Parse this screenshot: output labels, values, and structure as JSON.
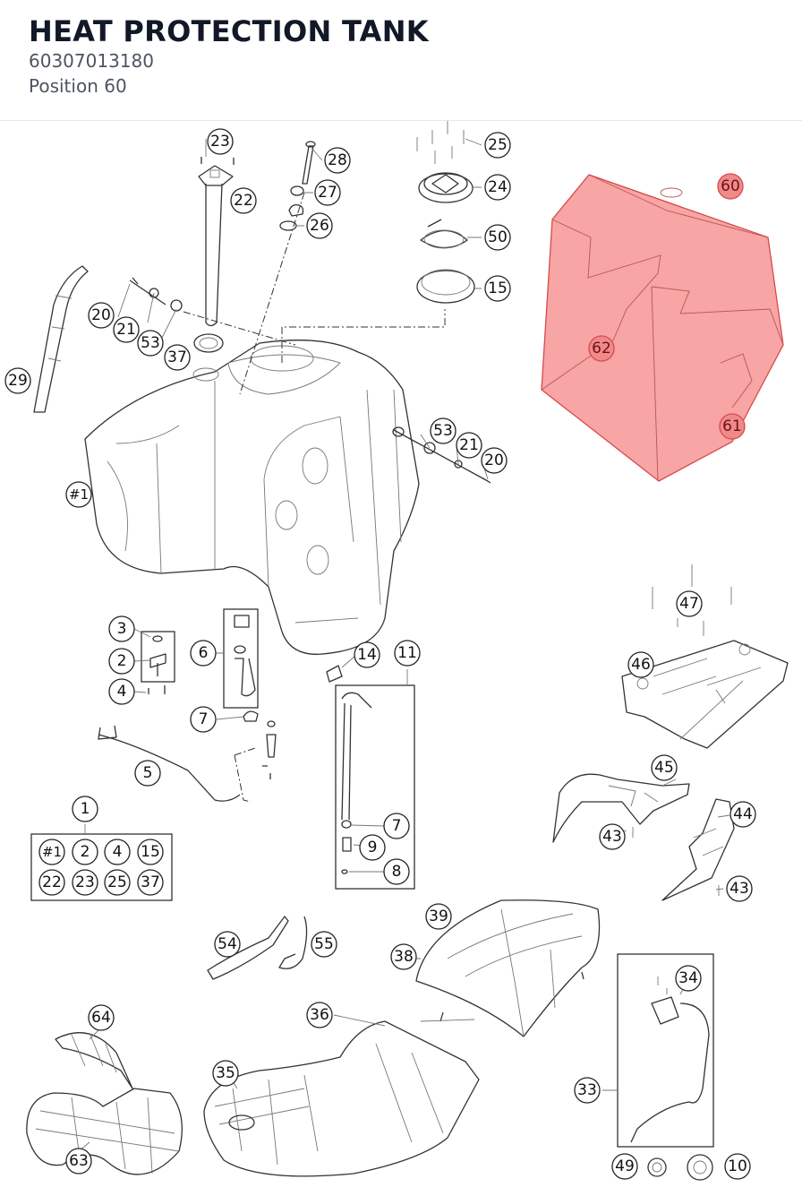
{
  "header": {
    "title": "HEAT PROTECTION TANK",
    "part_number": "60307013180",
    "position": "Position 60"
  },
  "colors": {
    "highlight_fill": "#f69b9b",
    "highlight_stroke": "#d84a4a",
    "line": "#333333"
  },
  "callouts": {
    "c23a": "23",
    "c22a": "22",
    "c28": "28",
    "c27": "27",
    "c26": "26",
    "c25a": "25",
    "c24": "24",
    "c50": "50",
    "c15a": "15",
    "c60": "60",
    "c62": "62",
    "c61": "61",
    "c20a": "20",
    "c21a": "21",
    "c53a": "53",
    "c37a": "37",
    "c29": "29",
    "c53b": "53",
    "c21b": "21",
    "c20b": "20",
    "c1tank": "#1",
    "c3": "3",
    "c2a": "2",
    "c4a": "4",
    "c6": "6",
    "c7a": "7",
    "c5": "5",
    "c14": "14",
    "c11": "11",
    "c7b": "7",
    "c9": "9",
    "c8": "8",
    "c47": "47",
    "c46": "46",
    "c45": "45",
    "c44": "44",
    "c43a": "43",
    "c43b": "43",
    "c1": "1",
    "k1": "#1",
    "k2": "2",
    "k4": "4",
    "k15": "15",
    "k22": "22",
    "k23": "23",
    "k25": "25",
    "k37": "37",
    "c54": "54",
    "c55": "55",
    "c39": "39",
    "c38": "38",
    "c34": "34",
    "c33": "33",
    "c64": "64",
    "c36": "36",
    "c35": "35",
    "c63": "63",
    "c49": "49",
    "c10": "10"
  }
}
